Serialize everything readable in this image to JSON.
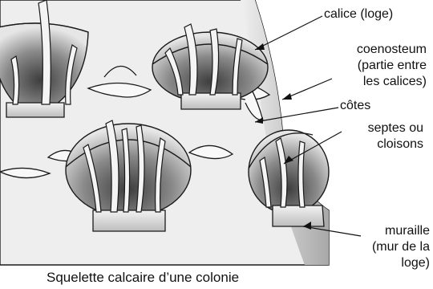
{
  "labels": {
    "calice": "calice (loge)",
    "coenosteum": [
      "coenosteum",
      "(partie entre",
      "les calices)"
    ],
    "cotes": "côtes",
    "septes": [
      "septes ou",
      "cloisons"
    ],
    "muraille": [
      "muraille",
      "(mur de la",
      "loge)"
    ]
  },
  "caption": "Squelette calcaire d’une colonie",
  "colors": {
    "stroke": "#1a1a1a",
    "coenosteum": "#eeeeee",
    "calice_shadow": "#6e6e6e",
    "septum": "#f4f4f4",
    "background": "#ffffff"
  }
}
